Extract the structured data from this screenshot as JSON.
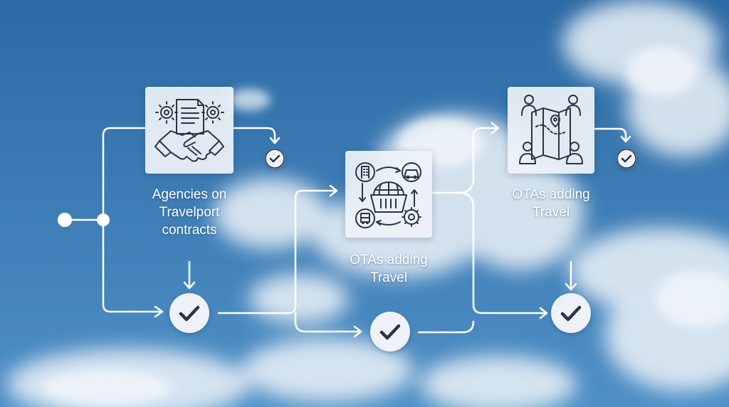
{
  "nodes": {
    "agencies": {
      "label_line1": "Agencies on",
      "label_line2": "Travelport",
      "label_line3": "contracts",
      "icon": "handshake-contract-icon"
    },
    "otas_center": {
      "label_line1": "OTAs adding",
      "label_line2": "Travel",
      "icon": "travel-basket-cycle-icon"
    },
    "otas_right": {
      "label_line1": "OTAs adding",
      "label_line2": "Travel",
      "icon": "people-map-icon"
    }
  },
  "colors": {
    "sky_top": "#2f6fa8",
    "sky_bottom": "#4a8cc4",
    "line": "#ffffff",
    "icon": "#2b3442",
    "check_fill": "#eef1f5"
  }
}
